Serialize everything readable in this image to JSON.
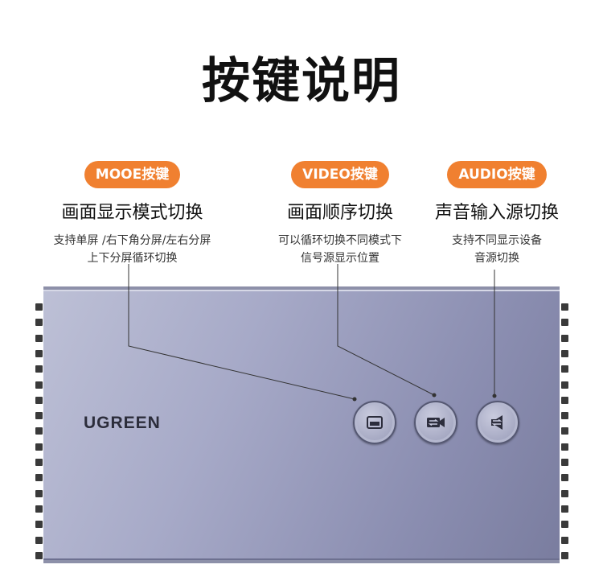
{
  "title": "按键说明",
  "buttons": [
    {
      "badge": "MOOE按键",
      "heading": "画面显示模式切换",
      "desc_lines": [
        "支持单屏 /右下角分屏/左右分屏",
        "上下分屏循环切换"
      ],
      "icon": "screen-mode-icon"
    },
    {
      "badge": "VIDEO按键",
      "heading": "画面顺序切换",
      "desc_lines": [
        "可以循环切换不同模式下",
        "信号源显示位置"
      ],
      "icon": "video-swap-icon"
    },
    {
      "badge": "AUDIO按键",
      "heading": "声音输入源切换",
      "desc_lines": [
        "支持不同显示设备",
        "音源切换"
      ],
      "icon": "audio-swap-icon"
    }
  ],
  "device": {
    "brand": "UGREEN"
  },
  "colors": {
    "badge": "#f08030",
    "device": "#a7aac8"
  }
}
